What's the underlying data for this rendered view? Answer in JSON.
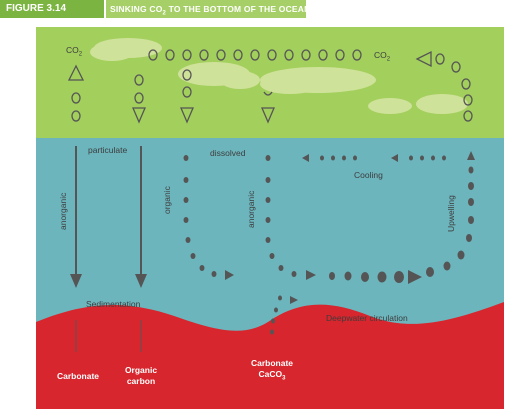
{
  "figure": {
    "number": "FIGURE 3.14",
    "title_main": "SINKING CO",
    "title_sub": "2",
    "title_rest": " TO THE BOTTOM OF THE OCEAN"
  },
  "labels": {
    "co2_left_main": "CO",
    "co2_left_sub": "2",
    "co2_right_main": "CO",
    "co2_right_sub": "2",
    "particulate": "particulate",
    "dissolved": "dissolved",
    "anorganic_left": "anorganic",
    "organic": "organic",
    "anorganic_mid": "anorganic",
    "upwelling": "Upwelling",
    "cooling": "Cooling",
    "sedimentation": "Sedimentation",
    "deepwater": "Deepwater circulation",
    "carbonate": "Carbonate",
    "organic_carbon_line1": "Organic",
    "organic_carbon_line2": "carbon",
    "carbonate_caco3_line1": "Carbonate",
    "carbonate_caco3_line2_main": "CaCO",
    "carbonate_caco3_line2_sub": "3"
  },
  "colors": {
    "sky": "#a3cf5d",
    "cloud": "#cfe29a",
    "ocean": "#6cb5bd",
    "seabed": "#d7262d",
    "marks": "#555555",
    "header_dark": "#7cb442",
    "header_light": "#a6d067"
  }
}
